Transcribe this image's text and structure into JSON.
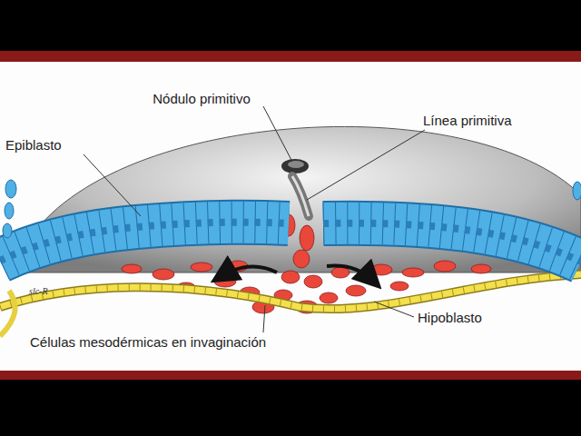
{
  "diagram": {
    "labels": [
      "Nódulo primitivo",
      "Línea primitiva",
      "Epiblasto",
      "slc-R",
      "Hipoblasto",
      "Células mesodérmicas en invaginación"
    ]
  }
}
